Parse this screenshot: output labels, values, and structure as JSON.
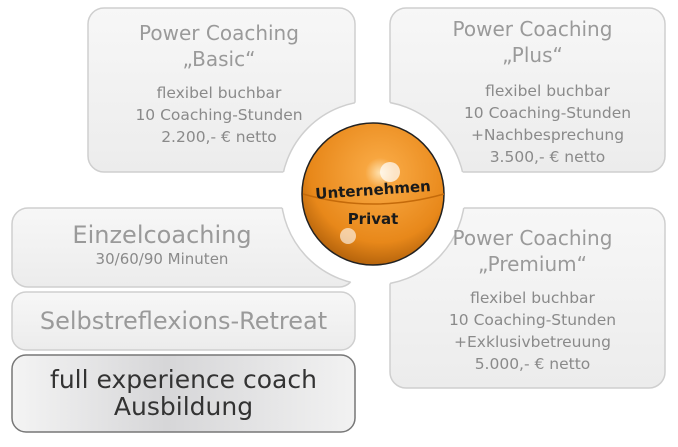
{
  "center": {
    "line1": "Unternehmen",
    "line2": "Privat",
    "color": "#f0961e"
  },
  "cards": {
    "basic": {
      "title": "Power Coaching",
      "subtitle": "„Basic“",
      "lines": [
        "flexibel buchbar",
        "10 Coaching-Stunden",
        "2.200,- € netto"
      ]
    },
    "plus": {
      "title": "Power Coaching",
      "subtitle": "„Plus“",
      "lines": [
        "flexibel buchbar",
        "10 Coaching-Stunden",
        "+Nachbesprechung",
        "3.500,- € netto"
      ]
    },
    "premium": {
      "title": "Power Coaching",
      "subtitle": "„Premium“",
      "lines": [
        "flexibel buchbar",
        "10 Coaching-Stunden",
        "+Exklusivbetreuung",
        "5.000,- € netto"
      ]
    },
    "einzel": {
      "title": "Einzelcoaching",
      "sub": "30/60/90 Minuten"
    },
    "retreat": {
      "title": "Selbstreflexions-Retreat"
    },
    "ausbildung": {
      "line1": "full experience coach",
      "line2": "Ausbildung"
    }
  }
}
